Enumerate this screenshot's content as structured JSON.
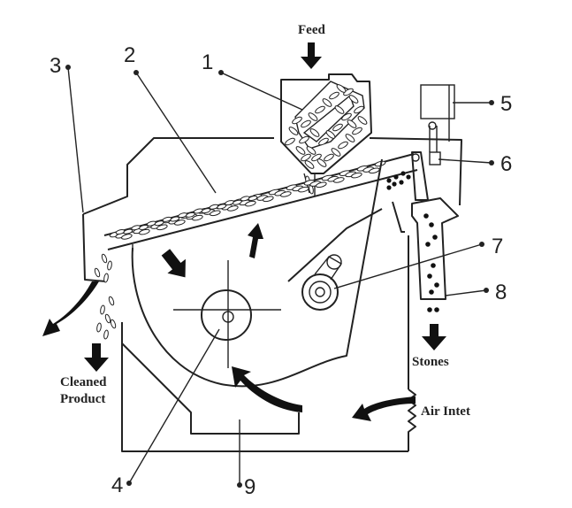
{
  "labels": {
    "feed": "Feed",
    "cleaned_product": [
      "Cleaned",
      "Product"
    ],
    "stones": "Stones",
    "air_inlet": "Air Intet"
  },
  "callouts": {
    "c1": "1",
    "c2": "2",
    "c3": "3",
    "c4": "4",
    "c5": "5",
    "c6": "6",
    "c7": "7",
    "c8": "8",
    "c9": "9"
  },
  "colors": {
    "ink": "#222222",
    "background": "#ffffff"
  }
}
